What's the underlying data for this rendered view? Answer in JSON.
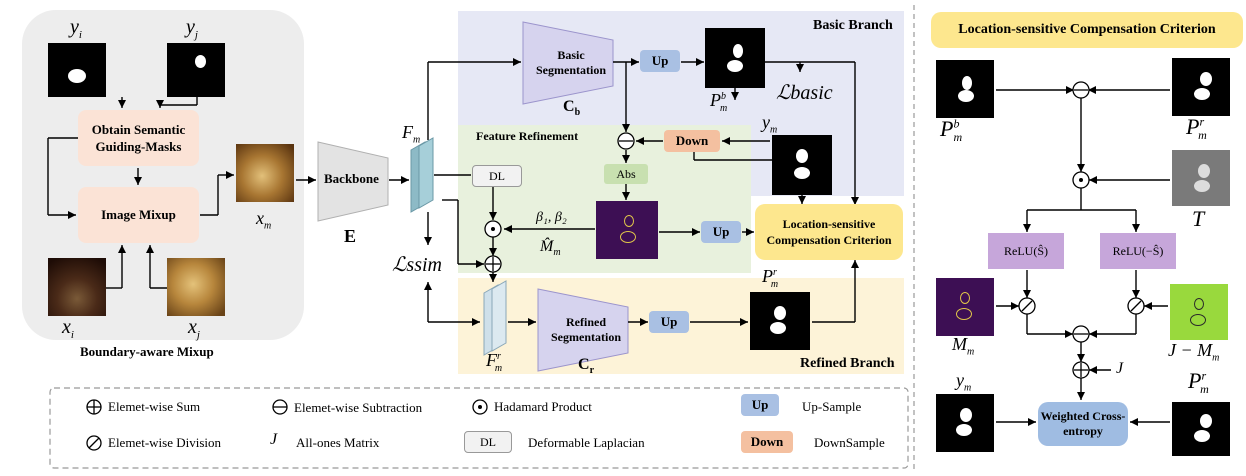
{
  "mixup": {
    "title": "Boundary-aware Mixup",
    "obtain_label": "Obtain Semantic Guiding-Masks",
    "mixup_label": "Image Mixup",
    "yi": "y",
    "yi_sub": "i",
    "yj": "y",
    "yj_sub": "j",
    "xi": "x",
    "xi_sub": "i",
    "xj": "x",
    "xj_sub": "j",
    "xm": "x",
    "xm_sub": "m"
  },
  "backbone": {
    "label": "Backbone",
    "symbol": "E"
  },
  "fm": {
    "label": "F",
    "sub": "m"
  },
  "fmr": {
    "label": "F",
    "sub": "m",
    "sup": "r"
  },
  "l_ssim": "ℒssim",
  "basic_branch": {
    "title": "Basic Branch",
    "seg_label": "Basic Segmentation",
    "seg_symbol": "C",
    "seg_sub": "b",
    "up": "Up",
    "pmb": "P",
    "pmb_sub": "m",
    "pmb_sup": "b",
    "l_basic": "ℒbasic"
  },
  "feature_refinement": {
    "title": "Feature Refinement",
    "down": "Down",
    "abs": "Abs",
    "dl": "DL",
    "betas": "β₁, β₂",
    "mhat": "M̂",
    "mhat_sub": "m",
    "up": "Up",
    "ym": "y",
    "ym_sub": "m"
  },
  "lscc_box": "Location-sensitive Compensation Criterion",
  "refined_branch": {
    "title": "Refined Branch",
    "seg_label": "Refined Segmentation",
    "seg_symbol": "C",
    "seg_sub": "r",
    "up": "Up",
    "pmr": "P",
    "pmr_sub": "m",
    "pmr_sup": "r"
  },
  "legend": {
    "sum": "Elemet-wise Sum",
    "sub": "Elemet-wise Subtraction",
    "hadamard": "Hadamard Product",
    "up_btn": "Up",
    "up_text": "Up-Sample",
    "div": "Elemet-wise Division",
    "j_sym": "J",
    "j_text": "All-ones Matrix",
    "dl_btn": "DL",
    "dl_text": "Deformable Laplacian",
    "down_btn": "Down",
    "down_text": "DownSample"
  },
  "right_panel": {
    "title": "Location-sensitive Compensation Criterion",
    "pmb": "P",
    "pmb_sub": "m",
    "pmb_sup": "b",
    "pmr": "P",
    "pmr_sub": "m",
    "pmr_sup": "r",
    "t": "T",
    "relu_pos": "ReLU(Ŝ)",
    "relu_neg": "ReLU(−Ŝ)",
    "mm": "M",
    "mm_sub": "m",
    "j_minus": "J − M",
    "j_minus_sub": "m",
    "j": "J",
    "ym": "y",
    "ym_sub": "m",
    "pmr2": "P",
    "pmr2_sub": "m",
    "pmr2_sup": "r",
    "wce": "Weighted Cross-entropy"
  },
  "colors": {
    "mixup_bg": "#ededed",
    "box_peach": "#fbe3d6",
    "basic_bg": "#e6e8f5",
    "refine_bg": "#e8f1dd",
    "refined_bg": "#fdf3d8",
    "seg_purple": "#d6d3ee",
    "lscc_yellow": "#fde78e",
    "wce_blue": "#9fbce2"
  }
}
